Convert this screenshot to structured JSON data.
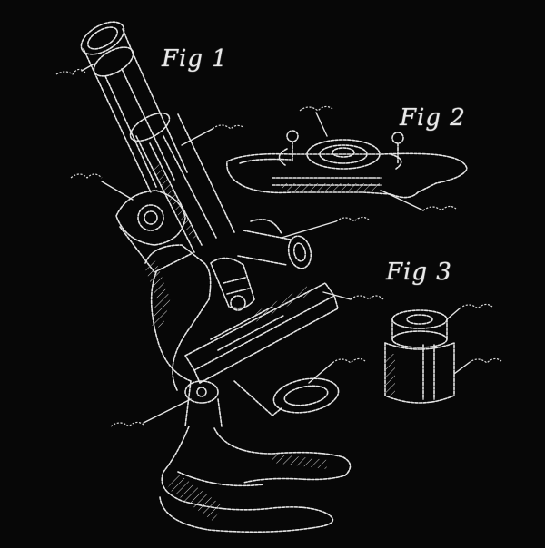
{
  "figure_labels": {
    "fig1": "Fig 1",
    "fig2": "Fig 2",
    "fig3": "Fig 3"
  },
  "colors": {
    "background": "#070707",
    "thread": "#e4e4e4"
  }
}
